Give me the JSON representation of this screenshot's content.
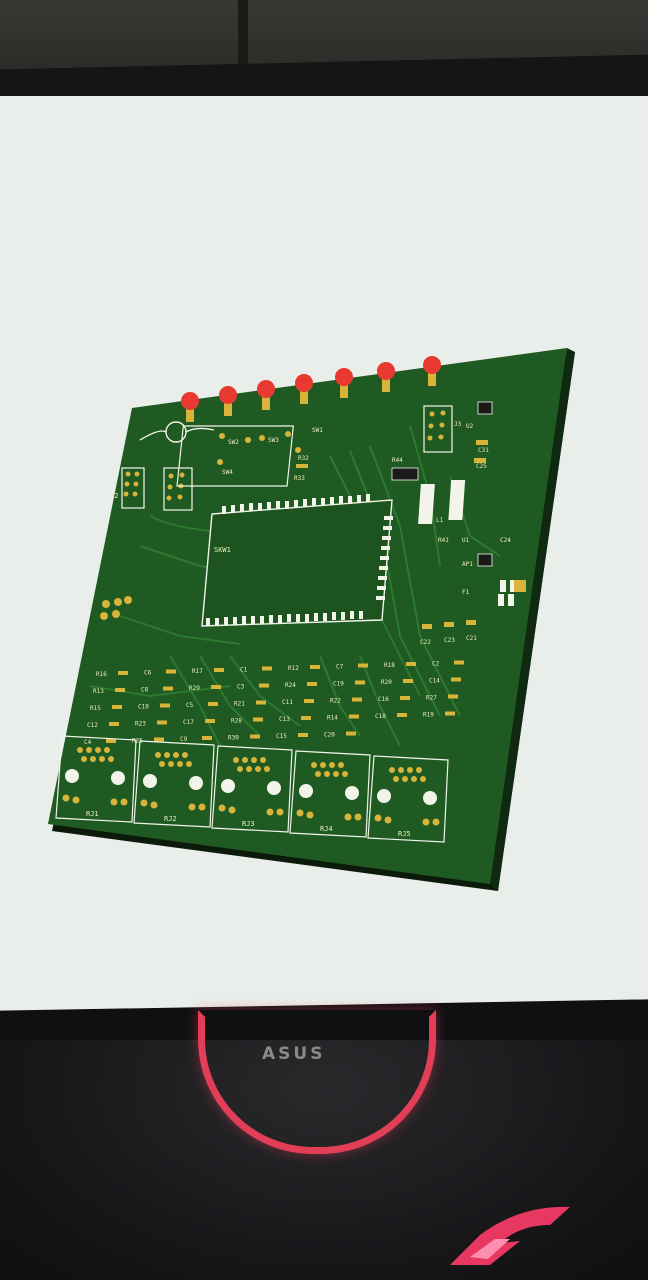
{
  "monitor": {
    "brand": "ASUS"
  },
  "pcb": {
    "labels": {
      "sw1": "SW1",
      "sw2": "SW2",
      "sw3": "SW3",
      "sw4": "SW4",
      "skw1": "SKW1",
      "j2": "J2",
      "j3": "J3",
      "u2": "U2",
      "u1": "U1",
      "f1": "F1",
      "l1": "L1",
      "r32": "R32",
      "r33": "R33",
      "r44": "R44",
      "c31": "C31",
      "c25": "C25",
      "c24": "C24",
      "r41": "R41",
      "ap1": "AP1",
      "c21": "C21",
      "c22": "C22",
      "c23": "C23"
    },
    "rj_ports": [
      "RJ1",
      "RJ2",
      "RJ3",
      "RJ4",
      "RJ5"
    ],
    "component_labels": [
      "R16",
      "C6",
      "R17",
      "C1",
      "R12",
      "C7",
      "R18",
      "C2",
      "R13",
      "C8",
      "R29",
      "C3",
      "R24",
      "C19",
      "R20",
      "C14",
      "R15",
      "C10",
      "C5",
      "R21",
      "C11",
      "R22",
      "C16",
      "R27",
      "C12",
      "R23",
      "C17",
      "R28",
      "C13",
      "R14",
      "C18",
      "R19",
      "C4",
      "R25",
      "C9",
      "R30",
      "C15",
      "C20"
    ],
    "colors": {
      "board": "#1f5a22",
      "silkscreen": "#f2f4ea",
      "pad": "#d8b43a",
      "led": "#e83a30"
    }
  }
}
